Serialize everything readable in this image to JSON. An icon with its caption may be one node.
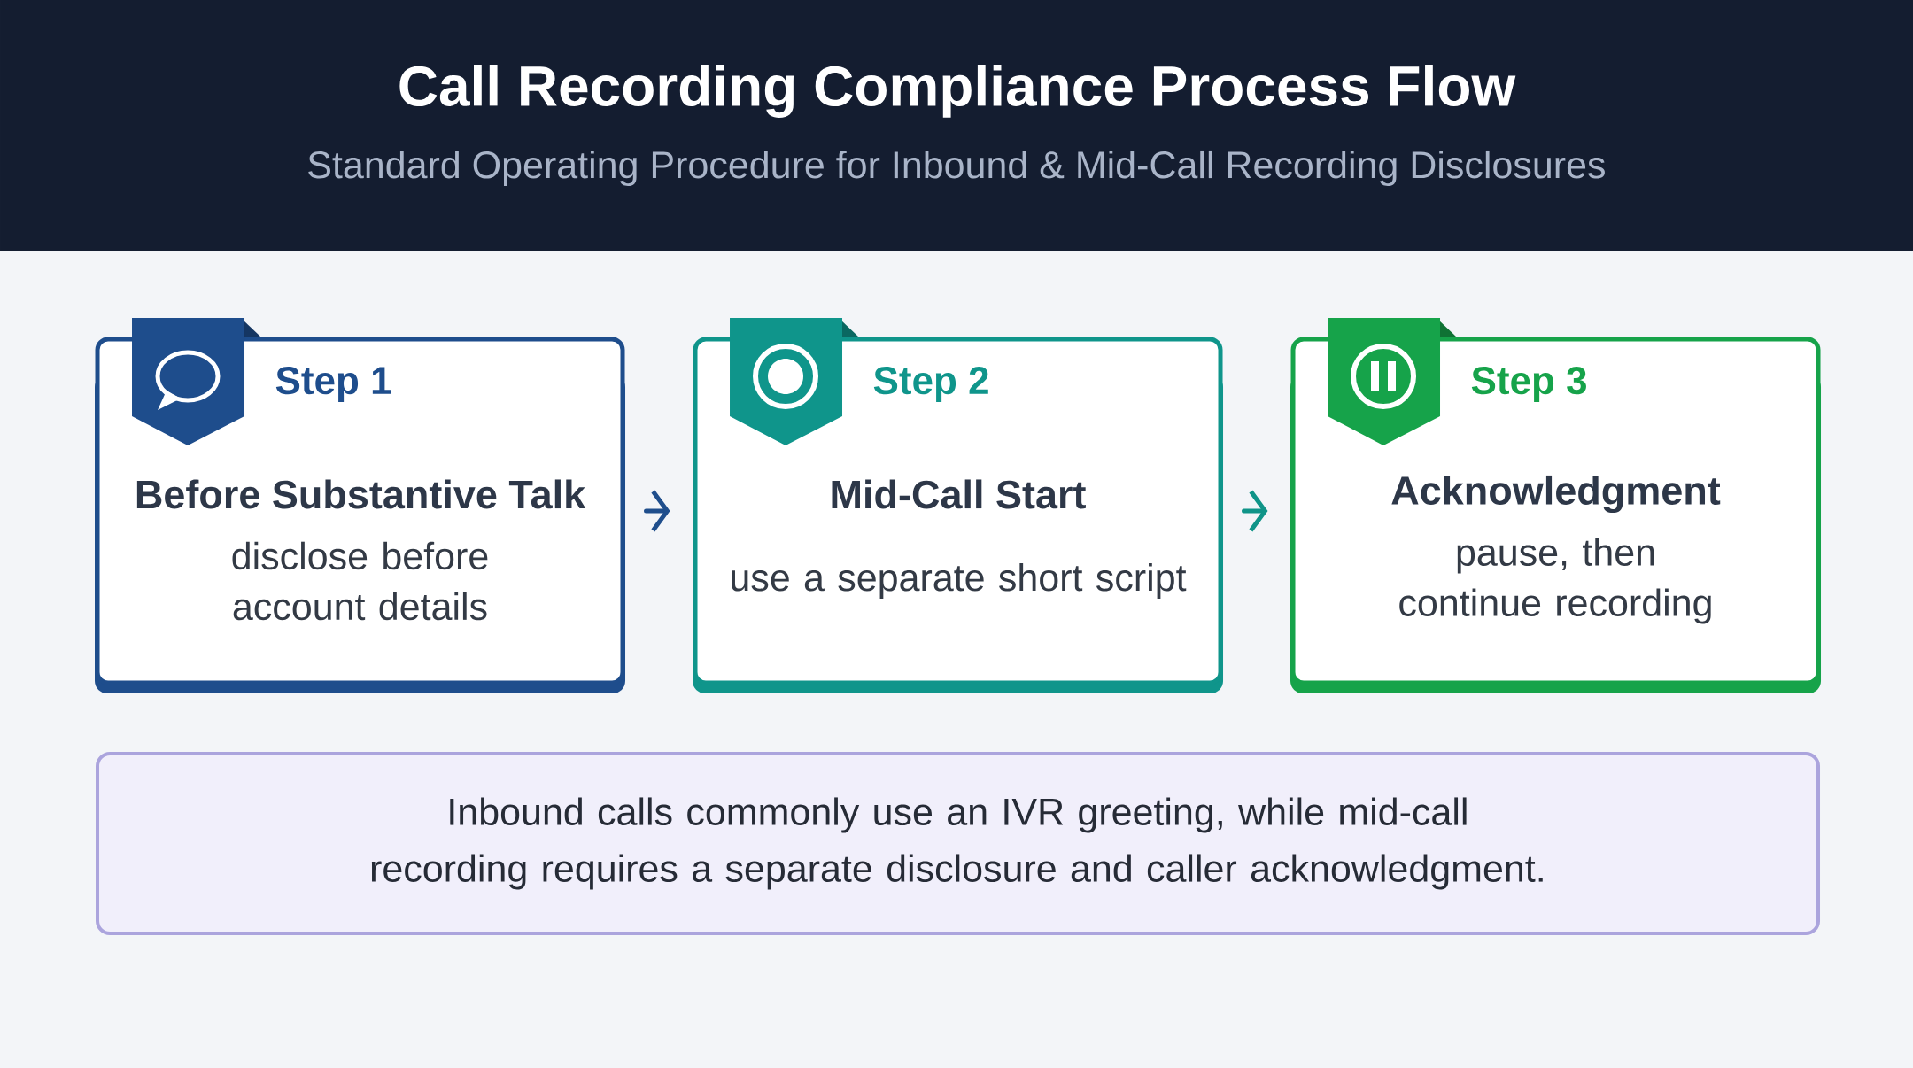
{
  "diagram": {
    "title": "Call Recording Compliance Process Flow",
    "caption": "Standard Operating Procedure for Inbound & Mid-Call Recording Disclosures",
    "nodes": [
      {
        "text": [
          "Step 1",
          "Before Substantive Talk",
          "disclose before account details"
        ]
      },
      {
        "text": [
          "Step 2",
          "Mid-Call Start",
          "use a separate short script"
        ]
      },
      {
        "text": [
          "Step 3",
          "Acknowledgment",
          "pause, then continue recording"
        ]
      },
      {
        "text": [
          "Inbound calls commonly use an IVR greeting, while mid-call recording requires a separate disclosure and caller acknowledgment."
        ]
      }
    ],
    "edges": [
      {
        "from": 0,
        "to": 1,
        "arrow": "to",
        "color": "#1f4e8c"
      },
      {
        "from": 1,
        "to": 2,
        "arrow": "to",
        "color": "#0f9488"
      }
    ]
  }
}
